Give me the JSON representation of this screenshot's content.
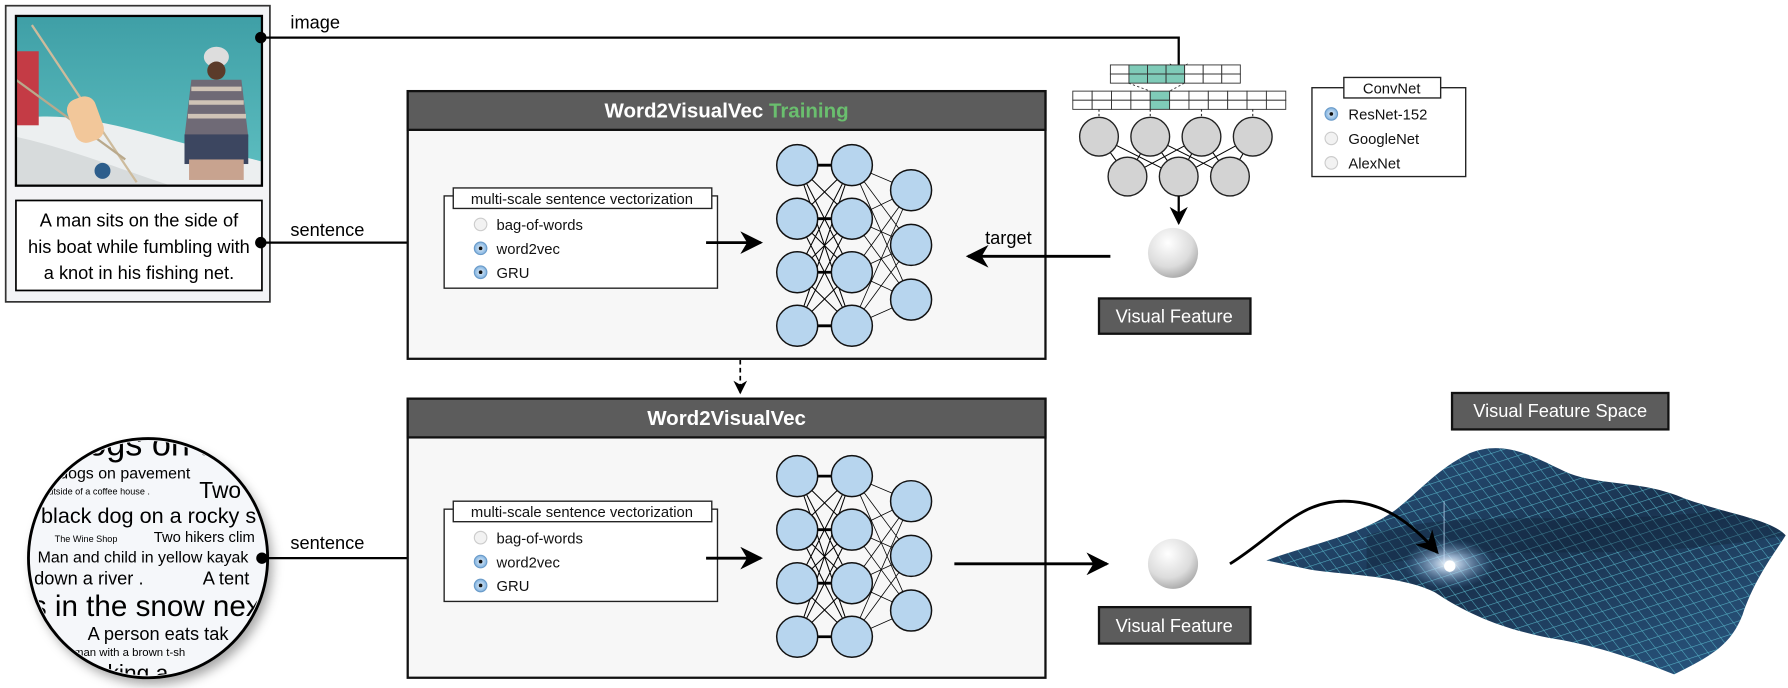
{
  "input": {
    "image_label": "image",
    "sentence_label": "sentence",
    "caption_lines": [
      "A man sits on the side of",
      "his boat while fumbling with",
      "a knot in his fishing net."
    ]
  },
  "training": {
    "title_main": "Word2VisualVec",
    "title_accent": "Training",
    "accent_color": "#6abf6e",
    "vectorization_title": "multi-scale sentence vectorization",
    "options": [
      {
        "label": "bag-of-words",
        "selected": false
      },
      {
        "label": "word2vec",
        "selected": true
      },
      {
        "label": "GRU",
        "selected": true
      }
    ],
    "target_label": "target"
  },
  "convnet": {
    "title": "ConvNet",
    "options": [
      {
        "label": "ResNet-152",
        "selected": true
      },
      {
        "label": "GoogleNet",
        "selected": false
      },
      {
        "label": "AlexNet",
        "selected": false
      }
    ],
    "top_grid": {
      "cols": 7,
      "highlight": [
        1,
        2,
        3
      ]
    },
    "bottom_grid": {
      "cols": 11,
      "highlight": [
        4
      ]
    },
    "highlight_color": "#7fcbb8"
  },
  "visual_feature_label": "Visual Feature",
  "inference": {
    "title": "Word2VisualVec",
    "vectorization_title": "multi-scale sentence vectorization",
    "options": [
      {
        "label": "bag-of-words",
        "selected": false
      },
      {
        "label": "word2vec",
        "selected": true
      },
      {
        "label": "GRU",
        "selected": true
      }
    ],
    "sentence_label": "sentence",
    "sentence_cloud": [
      {
        "text": "dogs on a r",
        "size": 30
      },
      {
        "text": "dogs on pavement",
        "size": 14
      },
      {
        "text": "Two c",
        "size": 20
      },
      {
        "text": "outside of a coffee house .",
        "size": 8
      },
      {
        "text": "black dog on a rocky s",
        "size": 19
      },
      {
        "text": "The Wine Shop",
        "size": 8
      },
      {
        "text": "Two hikers clim",
        "size": 13
      },
      {
        "text": "Man and child in yellow kayak",
        "size": 14
      },
      {
        "text": "down a river .",
        "size": 16
      },
      {
        "text": "A tent",
        "size": 16
      },
      {
        "text": "s in the snow nex",
        "size": 26
      },
      {
        "text": "A person eats tak",
        "size": 16
      },
      {
        "text": "t to a man with a brown t-sh",
        "size": 10
      },
      {
        "text": "verlooking a",
        "size": 20
      }
    ]
  },
  "feature_space_label": "Visual Feature Space",
  "colors": {
    "header": "#5c5c5c",
    "node": "#b7d5ee",
    "cnn_node": "#d3d3d3",
    "surface": "#1e3d5c",
    "grid": "#5fc6d6"
  }
}
